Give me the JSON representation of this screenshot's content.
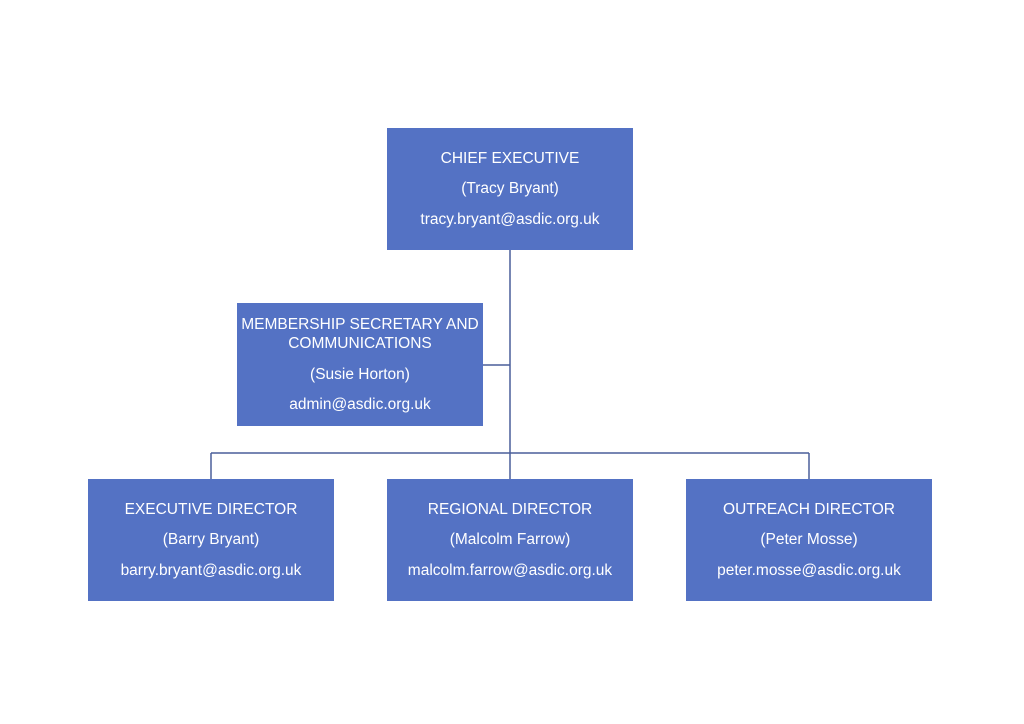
{
  "colors": {
    "node_fill": "#5472C4",
    "node_text": "#FFFFFF",
    "connector": "#4A5F9A",
    "background": "#FFFFFF"
  },
  "nodes": {
    "ceo": {
      "role": "CHIEF EXECUTIVE",
      "person": "(Tracy Bryant)",
      "email": "tracy.bryant@asdic.org.uk"
    },
    "membership": {
      "role": "MEMBERSHIP SECRETARY AND COMMUNICATIONS",
      "person": "(Susie Horton)",
      "email": "admin@asdic.org.uk"
    },
    "executive": {
      "role": "EXECUTIVE DIRECTOR",
      "person": "(Barry Bryant)",
      "email": "barry.bryant@asdic.org.uk"
    },
    "regional": {
      "role": "REGIONAL DIRECTOR",
      "person": "(Malcolm Farrow)",
      "email": "malcolm.farrow@asdic.org.uk"
    },
    "outreach": {
      "role": "OUTREACH DIRECTOR",
      "person": "(Peter Mosse)",
      "email": "peter.mosse@asdic.org.uk"
    }
  },
  "edges": [
    {
      "from": "ceo",
      "to": "membership",
      "type": "assistant"
    },
    {
      "from": "ceo",
      "to": "executive",
      "type": "report"
    },
    {
      "from": "ceo",
      "to": "regional",
      "type": "report"
    },
    {
      "from": "ceo",
      "to": "outreach",
      "type": "report"
    }
  ]
}
